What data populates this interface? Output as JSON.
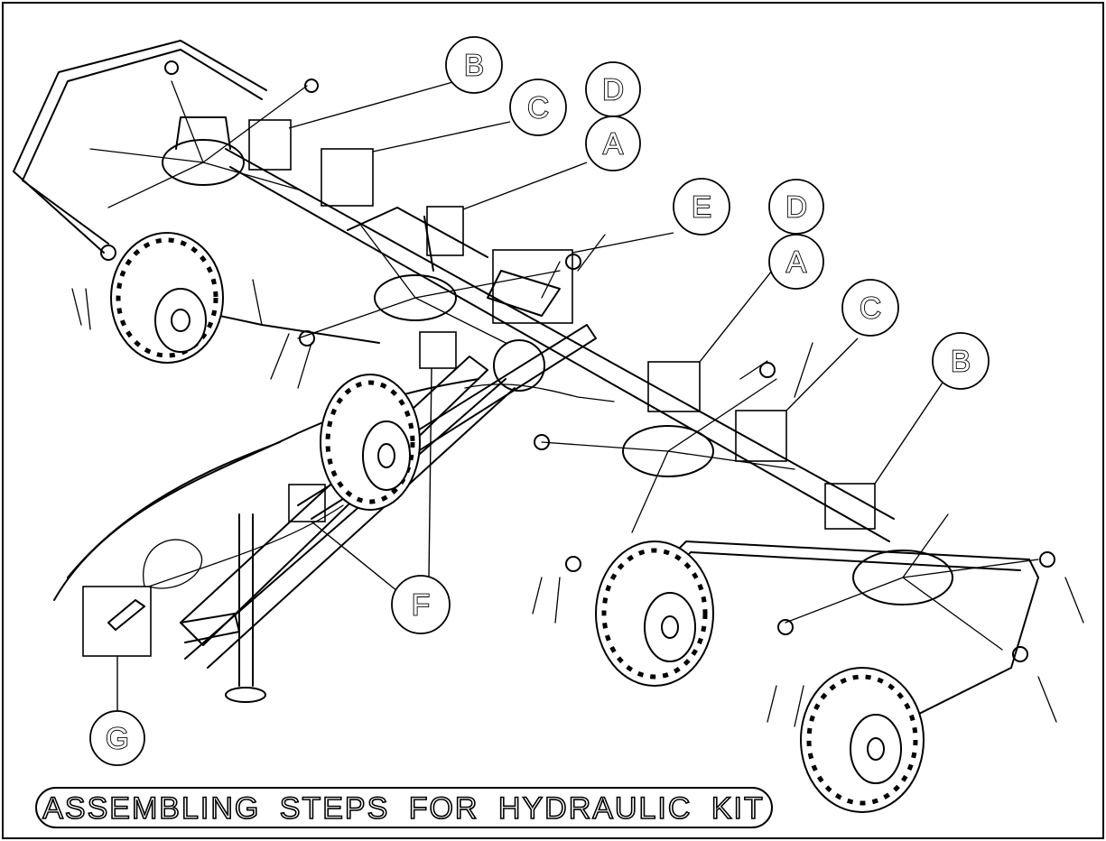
{
  "title": "ASSEMBLING STEPS FOR HYDRAULIC KIT",
  "callouts": [
    {
      "id": "B-top",
      "letter": "B"
    },
    {
      "id": "C-top",
      "letter": "C"
    },
    {
      "id": "D-top",
      "letter": "D"
    },
    {
      "id": "A-top",
      "letter": "A"
    },
    {
      "id": "E",
      "letter": "E"
    },
    {
      "id": "D-right",
      "letter": "D"
    },
    {
      "id": "A-right",
      "letter": "A"
    },
    {
      "id": "C-right",
      "letter": "C"
    },
    {
      "id": "B-right",
      "letter": "B"
    },
    {
      "id": "F",
      "letter": "F"
    },
    {
      "id": "G",
      "letter": "G"
    }
  ]
}
